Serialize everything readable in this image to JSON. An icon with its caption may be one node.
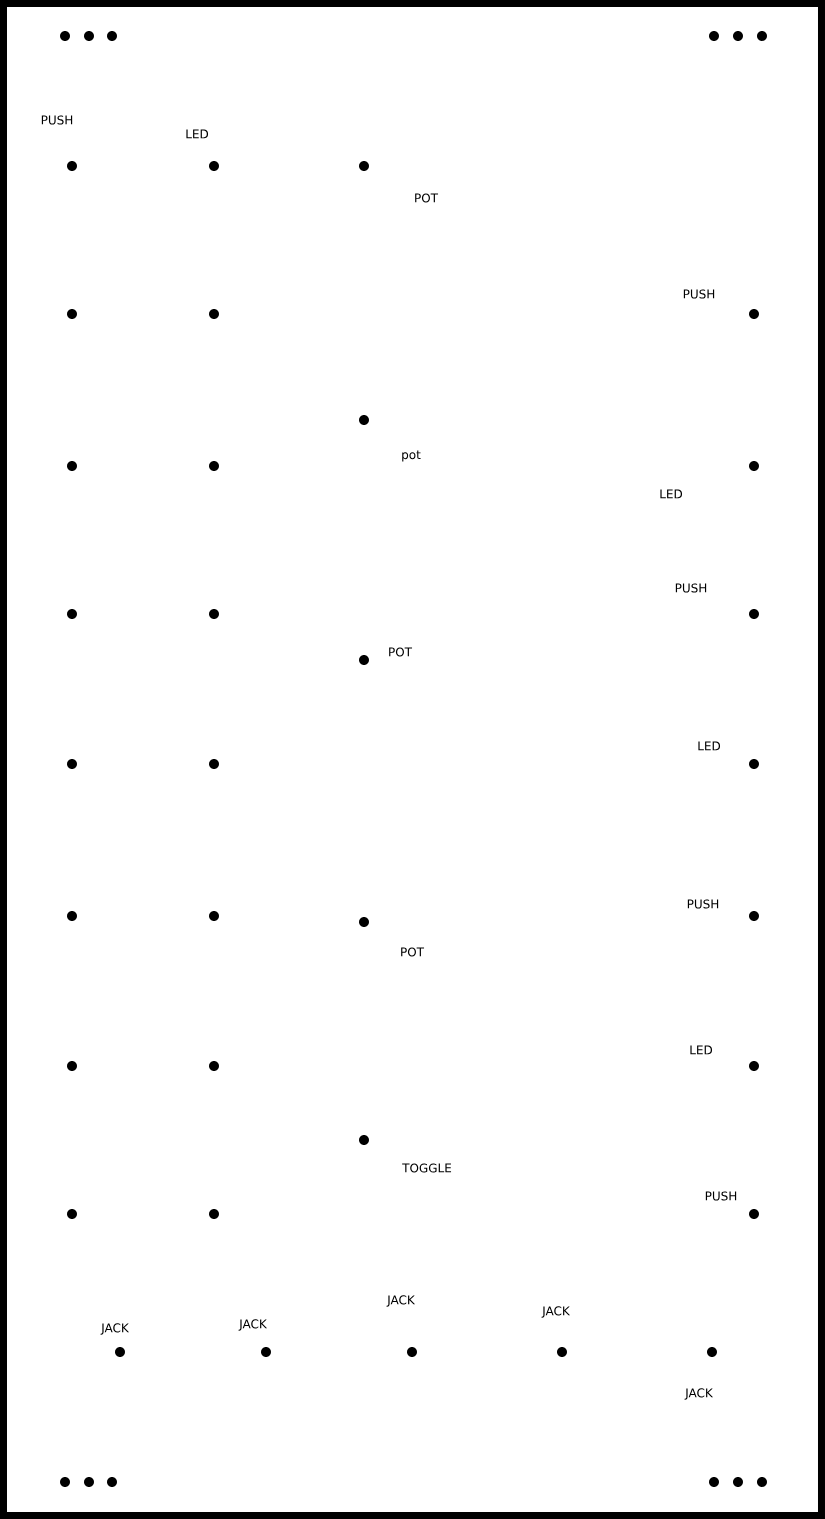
{
  "diagram": {
    "labels": [
      "PUSH",
      "LED",
      "POT",
      "PUSH",
      "pot",
      "LED",
      "PUSH",
      "POT",
      "LED",
      "PUSH",
      "POT",
      "LED",
      "TOGGLE",
      "PUSH",
      "JACK",
      "JACK",
      "JACK",
      "JACK",
      "JACK"
    ]
  }
}
